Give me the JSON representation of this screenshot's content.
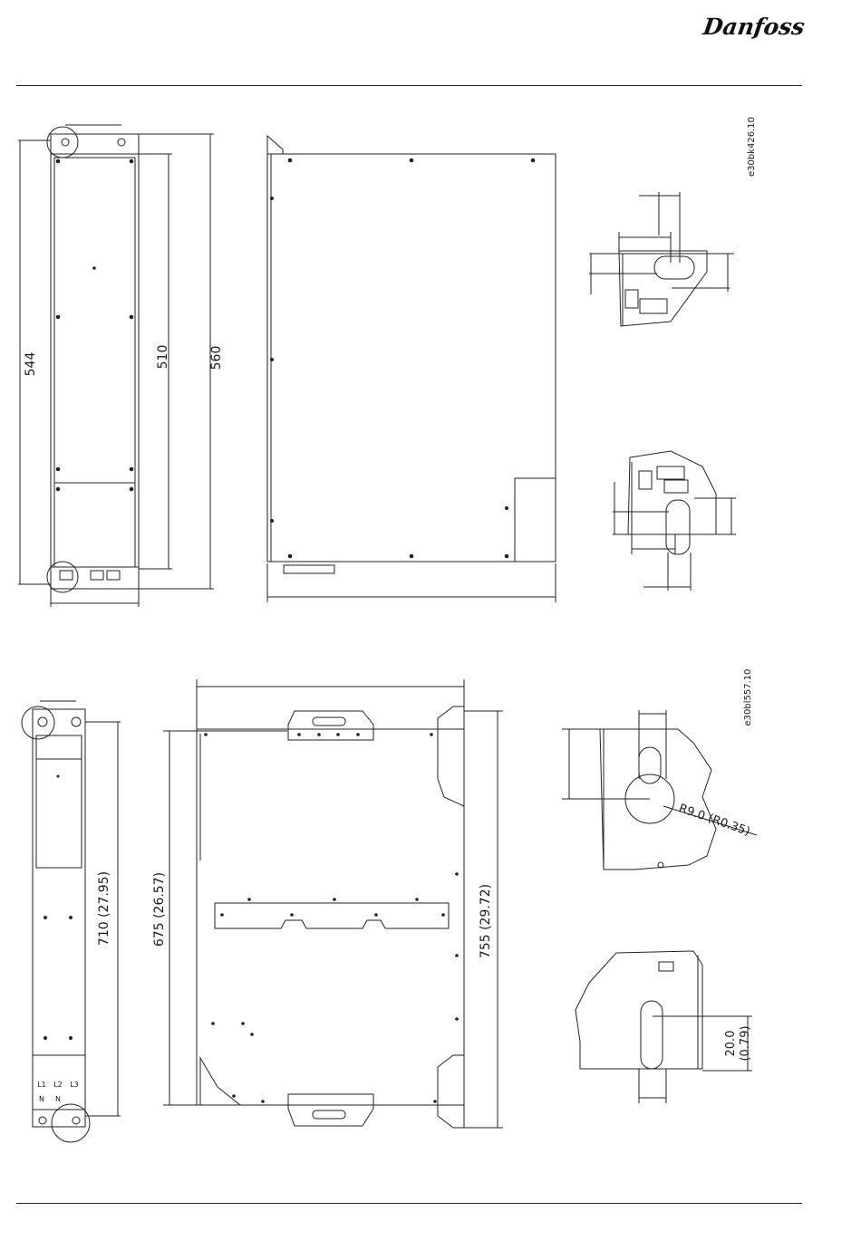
{
  "header": {
    "logo_text": "Danfoss"
  },
  "figure_top": {
    "drawing_code": "e30bk426.10",
    "dimensions": {
      "front_height_outer": "544",
      "side_height_inner": "510",
      "side_height_outer": "560"
    }
  },
  "figure_bottom": {
    "drawing_code": "e30bl557.10",
    "dimensions": {
      "front_height": "710 (27.95)",
      "back_height_inner": "675 (26.57)",
      "back_height_outer": "755 (29.72)",
      "keyhole_radius": "R9.0 (R0.35)",
      "slot_depth_mm": "20.0",
      "slot_depth_in": "(0.79)"
    },
    "terminal_labels": [
      "L1",
      "L2",
      "L3"
    ],
    "neutral_labels": [
      "N",
      "N"
    ]
  }
}
